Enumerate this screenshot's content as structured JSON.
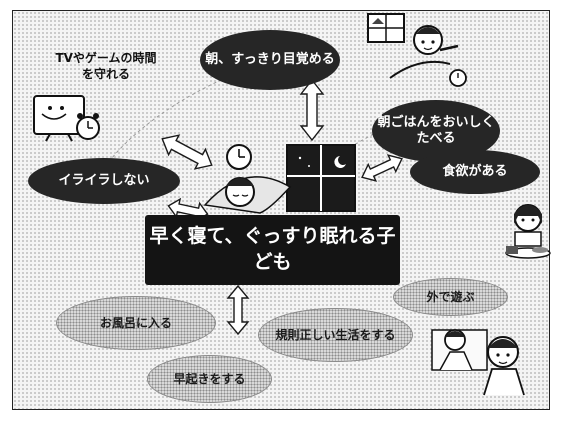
{
  "center_label": "早く寝て、ぐっすり眠れる子ども",
  "note_label": "TVやゲームの時間を守れる",
  "effects": {
    "wake_up": "朝、すっきり目覚める",
    "breakfast": "朝ごはんをおいしくたべる",
    "appetite": "食欲がある",
    "not_irritable": "イライラしない"
  },
  "factors": {
    "play_outside": "外で遊ぶ",
    "regular_life": "規則正しい生活をする",
    "left_bubble": "お風呂に入る",
    "bottom_bubble": "早起きをする"
  },
  "icons": [
    "tv-clock-icon",
    "wall-clock-icon",
    "moon-window-icon",
    "sleeping-child-icon",
    "waking-child-icon",
    "girl-with-meal-icon",
    "children-playing-icon"
  ]
}
